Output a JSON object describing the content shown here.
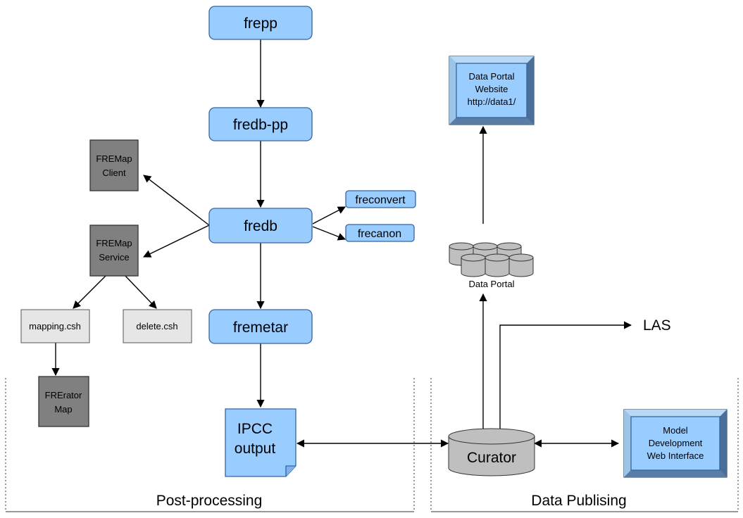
{
  "nodes": {
    "frepp": "frepp",
    "fredb_pp": "fredb-pp",
    "fredb": "fredb",
    "fremetar": "fremetar",
    "freconvert": "freconvert",
    "frecanon": "frecanon",
    "fremap_client": [
      "FREMap",
      "Client"
    ],
    "fremap_service": [
      "FREMap",
      "Service"
    ],
    "mapping_csh": "mapping.csh",
    "delete_csh": "delete.csh",
    "frerator_map": [
      "FRErator",
      "Map"
    ],
    "ipcc_output": [
      "IPCC",
      "output"
    ],
    "curator": "Curator",
    "data_portal": "Data Portal",
    "data_portal_website": [
      "Data Portal",
      "Website",
      "http://data1/"
    ],
    "model_dev_web": [
      "Model",
      "Development",
      "Web Interface"
    ],
    "las": "LAS"
  },
  "sections": {
    "post_processing": "Post-processing",
    "data_publishing": "Data Publising"
  },
  "colors": {
    "node_blue": "#99ccff",
    "node_gray": "#808080",
    "node_light": "#e6e6e6",
    "cylinder": "#bfbfbf"
  }
}
